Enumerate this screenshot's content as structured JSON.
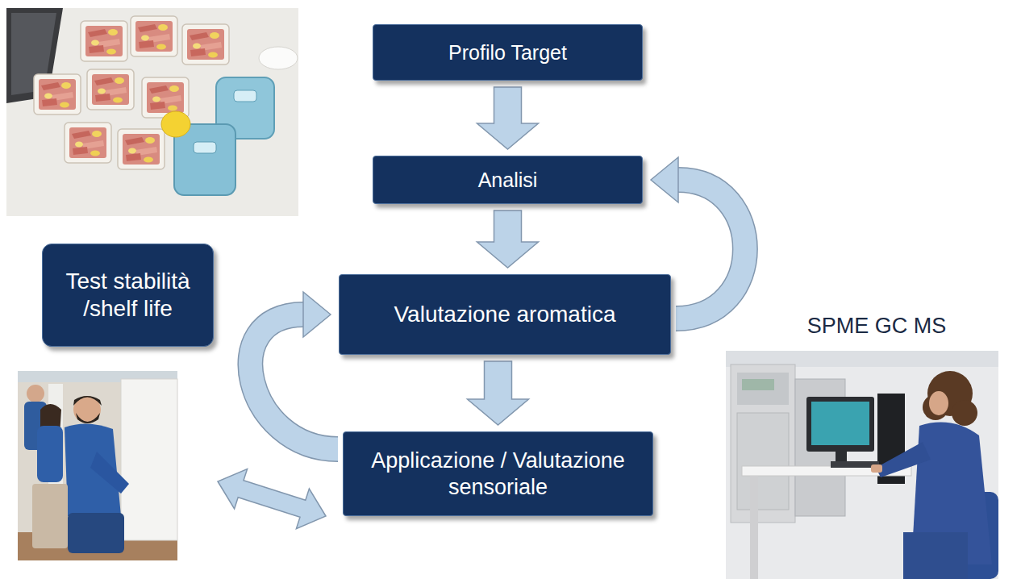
{
  "diagram": {
    "nodes": [
      {
        "text": [
          "Profilo Target"
        ]
      },
      {
        "text": [
          "Analisi"
        ]
      },
      {
        "text": [
          "Test stabilità /shelf life"
        ]
      },
      {
        "text": [
          "Valutazione aromatica"
        ]
      },
      {
        "text": [
          "Applicazione / Valutazione sensoriale"
        ]
      }
    ],
    "edges": [
      {
        "from": 0,
        "to": 1,
        "arrow": "to"
      },
      {
        "from": 1,
        "to": 3,
        "arrow": "to"
      },
      {
        "from": 3,
        "to": 4,
        "arrow": "to"
      },
      {
        "from": 3,
        "to": 1,
        "arrow": "to"
      },
      {
        "from": 4,
        "to": 3,
        "arrow": "to"
      }
    ],
    "labels": [
      "SPME GC MS"
    ]
  }
}
